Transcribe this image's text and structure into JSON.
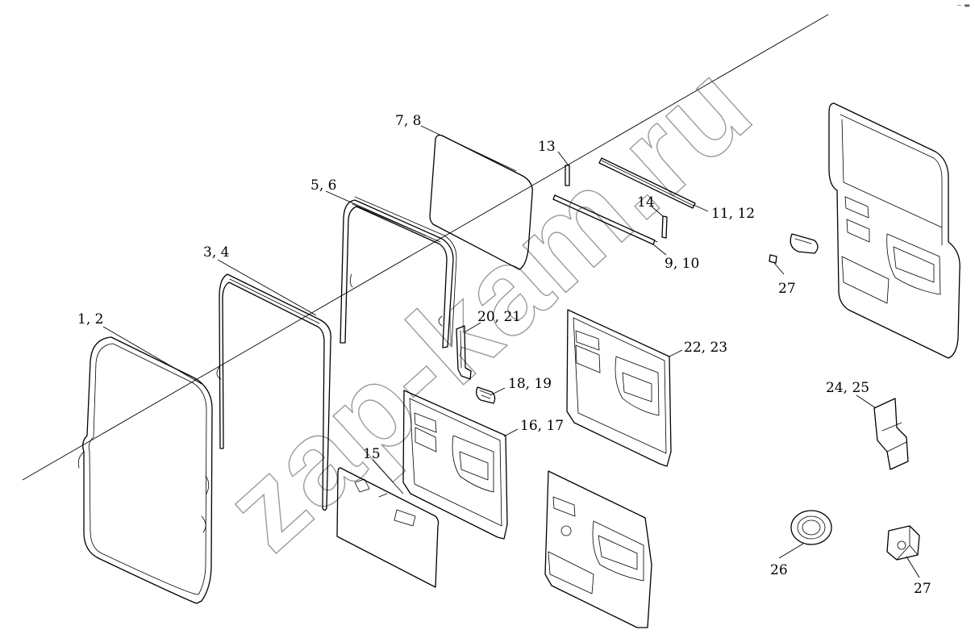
{
  "watermark": "zap-kam.ru",
  "corner_mark": "~ ▬",
  "callouts": {
    "c1": "1, 2",
    "c2": "3, 4",
    "c3": "5, 6",
    "c4": "7, 8",
    "c5": "13",
    "c6": "14",
    "c7": "11, 12",
    "c8": "9, 10",
    "c9": "20, 21",
    "c10": "18, 19",
    "c11": "16, 17",
    "c12": "22, 23",
    "c13": "15",
    "c14": "27",
    "c15": "24, 25",
    "c16": "26",
    "c17": "27"
  }
}
